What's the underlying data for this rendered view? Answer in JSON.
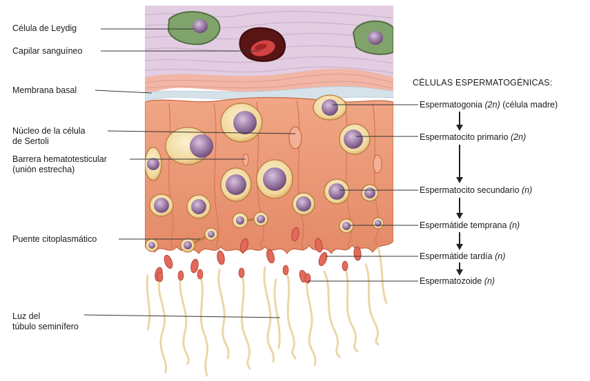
{
  "left_labels": {
    "leydig": "Célula de Leydig",
    "capillary": "Capilar sanguíneo",
    "basal_membrane": "Membrana basal",
    "sertoli_nucleus_line1": "Núcleo de la célula",
    "sertoli_nucleus_line2": "de Sertoli",
    "barrier_line1": "Barrera hematotesticular",
    "barrier_line2": "(unión estrecha)",
    "bridge": "Puente citoplasmático",
    "lumen_line1": "Luz del",
    "lumen_line2": "túbulo seminífero"
  },
  "right_panel": {
    "heading": "CÉLULAS ESPERMATOGÉNICAS:",
    "stages": [
      {
        "name": "Espermatogonia",
        "ploidy": "(2n)",
        "note": "(célula madre)"
      },
      {
        "name": "Espermatocito primario",
        "ploidy": "(2n)",
        "note": ""
      },
      {
        "name": "Espermatocito secundario",
        "ploidy": "(n)",
        "note": ""
      },
      {
        "name": "Espermátide temprana",
        "ploidy": "(n)",
        "note": ""
      },
      {
        "name": "Espermátide tardía",
        "ploidy": "(n)",
        "note": ""
      },
      {
        "name": "Espermatozoide",
        "ploidy": "(n)",
        "note": ""
      }
    ]
  },
  "colors": {
    "interstitium": "#e3cde2",
    "basal_band": "#f1b6a6",
    "basal_membrane": "#d6e2ea",
    "sertoli": "#ec9a78",
    "sertoli_dark": "#c9653f",
    "germ_cell_halo": "#f7e7bb",
    "nucleus": "#9c7aa6",
    "leydig_green": "#7fa36a",
    "capillary_red": "#b32a2a",
    "sperm_tail": "#ead7a7",
    "leader_line": "#333333"
  }
}
